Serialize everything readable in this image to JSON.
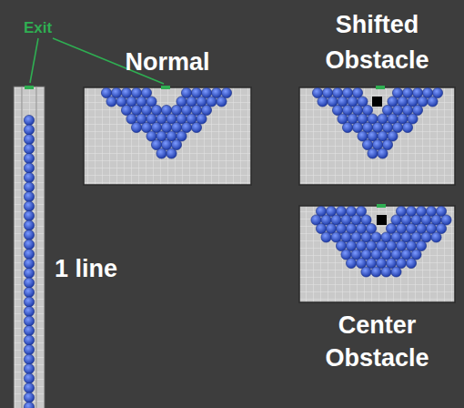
{
  "diagram": {
    "nodes": [
      {
        "text": [
          "1 line"
        ]
      },
      {
        "text": [
          "Normal"
        ]
      },
      {
        "text": [
          "Shifted Obstacle"
        ]
      },
      {
        "text": [
          "Center Obstacle"
        ]
      }
    ],
    "labels": [
      "Exit"
    ]
  }
}
